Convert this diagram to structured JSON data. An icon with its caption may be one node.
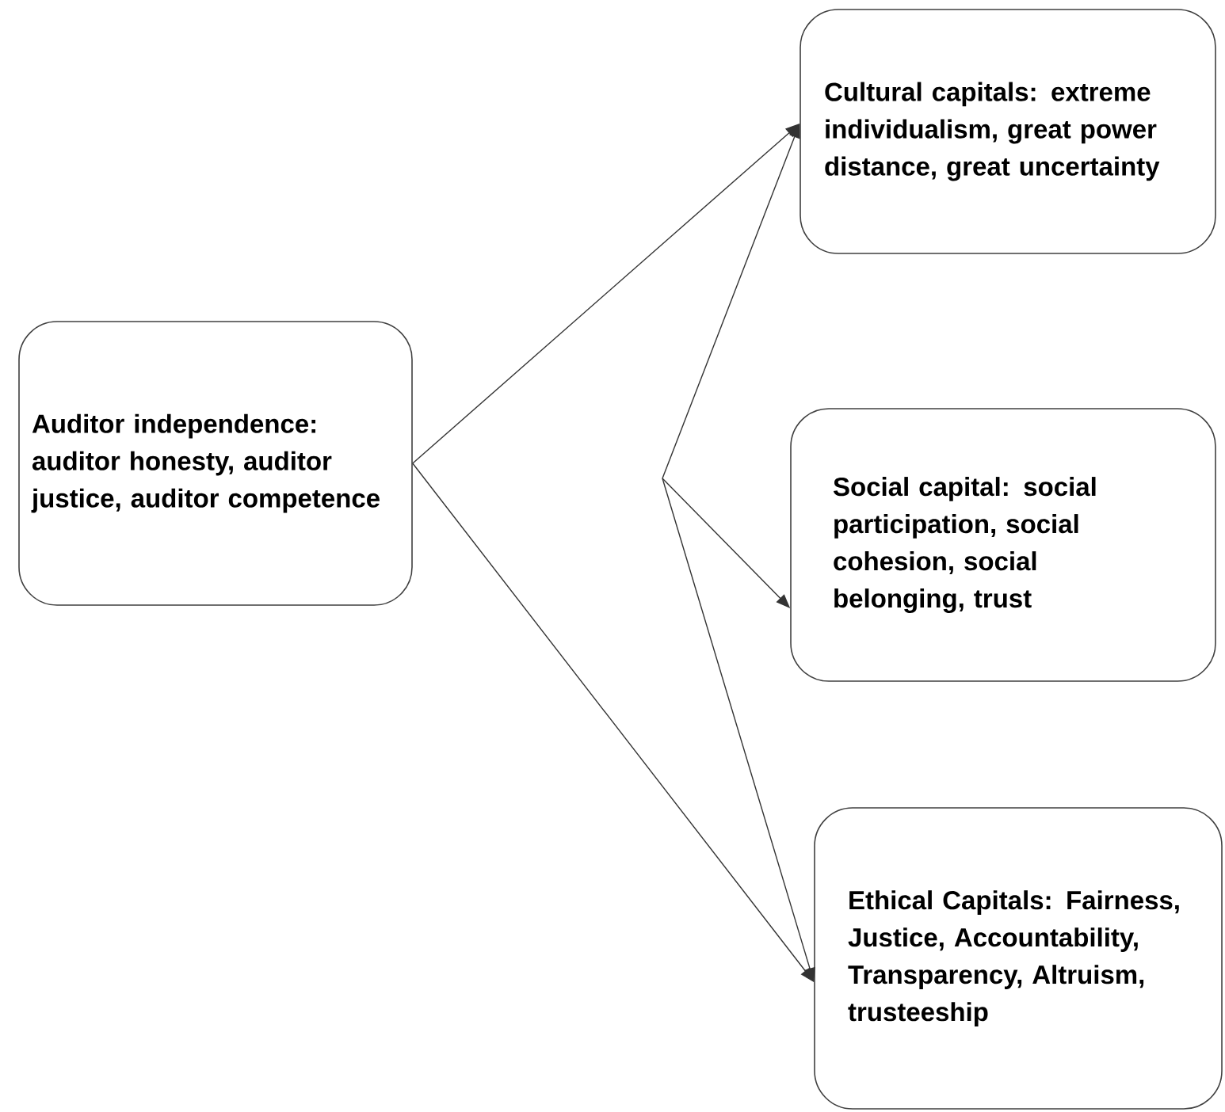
{
  "diagram": {
    "nodes": [
      {
        "text": [
          "Auditor independence: auditor honesty, auditor justice, auditor competence"
        ]
      },
      {
        "text": [
          "Cultural capitals: extreme individualism, great power distance, great uncertainty"
        ]
      },
      {
        "text": [
          "Social capital: social participation, social cohesion, social belonging, trust"
        ]
      },
      {
        "text": [
          "Ethical Capitals: Fairness, Justice, Accountability, Transparency, Altruism, trusteeship"
        ]
      }
    ],
    "edges": [
      {
        "from": 0,
        "to": 1,
        "arrow": "to"
      },
      {
        "from": 0,
        "to": 3,
        "arrow": "to"
      },
      {
        "from": null,
        "to": 1,
        "arrow": "to"
      },
      {
        "from": null,
        "to": 2,
        "arrow": "to"
      },
      {
        "from": null,
        "to": 3,
        "arrow": "to"
      }
    ]
  }
}
